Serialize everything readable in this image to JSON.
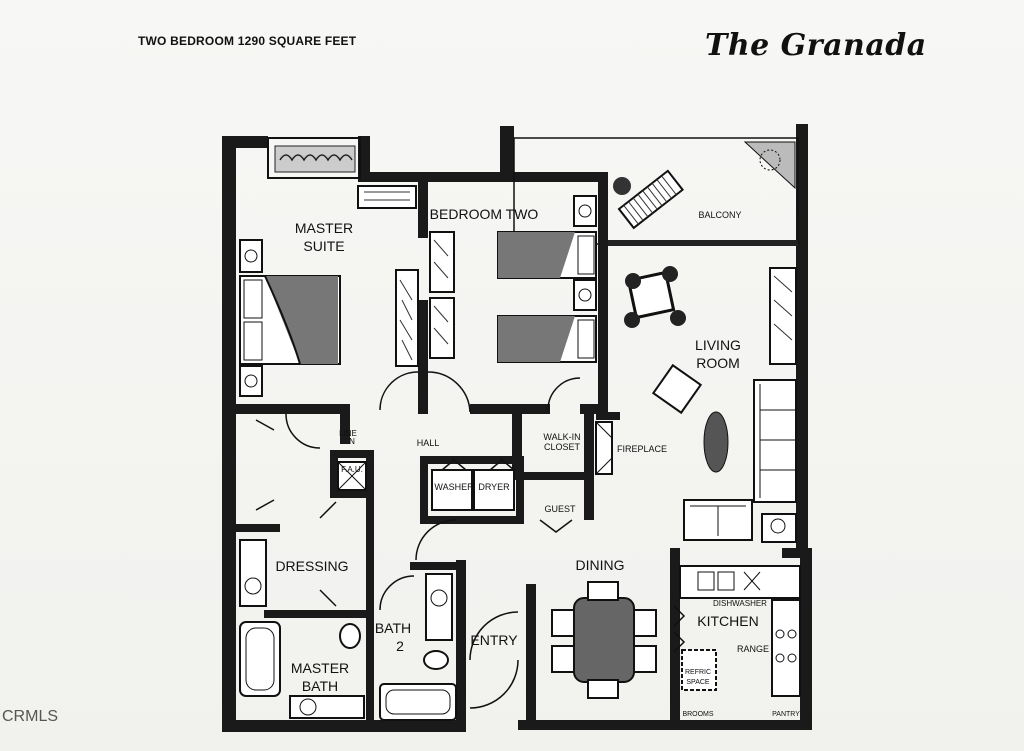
{
  "header": {
    "subtitle": "TWO BEDROOM 1290 SQUARE FEET",
    "brand": "The Granada"
  },
  "watermark": "CRMLS",
  "rooms": {
    "master_suite_line1": "MASTER",
    "master_suite_line2": "SUITE",
    "bedroom_two": "BEDROOM TWO",
    "balcony": "BALCONY",
    "living_line1": "LIVING",
    "living_line2": "ROOM",
    "hall": "HALL",
    "linen_line1": "LINE",
    "linen_line2": "N",
    "fau": "F.A.U.",
    "washer": "WASHER",
    "dryer": "DRYER",
    "walkin_line1": "WALK-IN",
    "walkin_line2": "CLOSET",
    "fireplace": "FIREPLACE",
    "guest": "GUEST",
    "dressing": "DRESSING",
    "dining": "DINING",
    "dishwasher": "DISHWASHER",
    "kitchen": "KITCHEN",
    "range": "RANGE",
    "refric_line1": "REFRIC",
    "refric_line2": "SPACE",
    "brooms": "BROOMS",
    "pantry": "PANTRY",
    "bath2_line1": "BATH",
    "bath2_line2": "2",
    "entry": "ENTRY",
    "master_bath_line1": "MASTER",
    "master_bath_line2": "BATH"
  }
}
